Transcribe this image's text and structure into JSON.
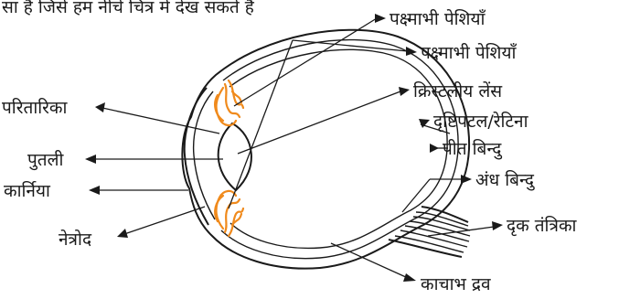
{
  "header_fragment": "सा है जिसे हम नीचे चित्र में देख सकते हैं",
  "labels": {
    "ciliary_muscles_1": "पक्ष्माभी पेशियाँ",
    "ciliary_muscles_2": "पक्ष्माभी पेशियाँ",
    "lens": "क्रिस्टलीय लेंस",
    "retina": "दृष्टिपटल/रेटिना",
    "yellow_spot": "पीत बिन्दु",
    "blind_spot": "अंध बिन्दु",
    "optic_nerve": "दृक तंत्रिका",
    "vitreous_humour": "काचाभ द्रव",
    "iris": "परितारिका",
    "pupil": "पुतली",
    "cornea": "कार्निया",
    "aqueous_humour": "नेत्रोद"
  },
  "colors": {
    "muscle": "#f08a1c",
    "line": "#1a1a1a",
    "background": "#ffffff"
  }
}
